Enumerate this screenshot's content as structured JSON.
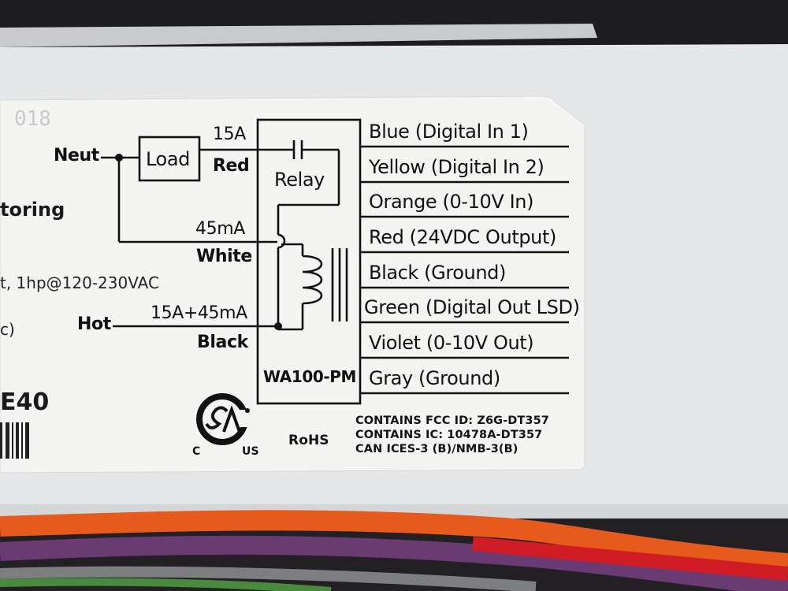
{
  "label": {
    "faded_code": "018",
    "left_heading_fragment": "toring",
    "left_rating_fragment": "t, 1hp@120-230VAC",
    "left_paren_fragment": "c)",
    "left_model_fragment": "E40"
  },
  "diagram": {
    "neut": "Neut",
    "hot": "Hot",
    "load": "Load",
    "relay": "Relay",
    "current_15a": "15A",
    "red": "Red",
    "current_45ma": "45mA",
    "white": "White",
    "current_sum": "15A+45mA",
    "black": "Black",
    "model": "WA100-PM"
  },
  "wire_colors": [
    {
      "label": "Blue (Digital In 1)"
    },
    {
      "label": "Yellow (Digital In 2)"
    },
    {
      "label": "Orange (0-10V In)"
    },
    {
      "label": "Red (24VDC Output)"
    },
    {
      "label": "Black (Ground)"
    },
    {
      "label": "Green (Digital Out LSD)"
    },
    {
      "label": "Violet (0-10V Out)"
    },
    {
      "label": "Gray (Ground)"
    }
  ],
  "certifications": {
    "fcc": "CONTAINS FCC ID: Z6G-DT357",
    "ic": "CONTAINS IC: 10478A-DT357",
    "ices": "CAN ICES-3 (B)/NMB-3(B)",
    "rohs": "RoHS",
    "csa_c": "C",
    "csa_us": "US"
  },
  "colors": {
    "background": "#1d1c1e",
    "housing": "#e6e7e9",
    "label": "#f3f3f2",
    "ink": "#111111",
    "wire_orange": "#e65a1c",
    "wire_purple": "#6a3b73",
    "wire_red": "#d01d25",
    "wire_gray": "#7d7e80",
    "wire_green": "#4a8a3f"
  }
}
